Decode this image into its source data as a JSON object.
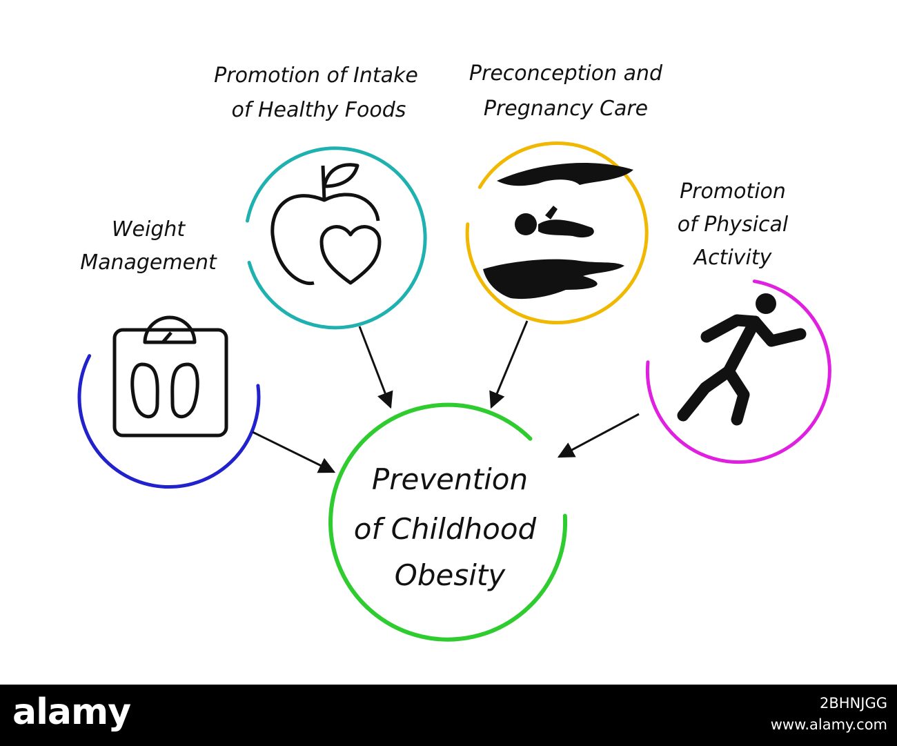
{
  "nodes": {
    "weight": {
      "line1": "Weight",
      "line2": "Management",
      "color": "#2222cc",
      "icon": "scale-icon"
    },
    "foods": {
      "line1": "Promotion of Intake",
      "line2": "of Healthy Foods",
      "color": "#1fb0b0",
      "icon": "apple-heart-icon"
    },
    "pregnancy": {
      "line1": "Preconception and",
      "line2": "Pregnancy Care",
      "color": "#f0b800",
      "icon": "hands-baby-icon"
    },
    "activity": {
      "line1": "Promotion",
      "line2": "of Physical",
      "line3": "Activity",
      "color": "#e020e0",
      "icon": "runner-icon"
    }
  },
  "center": {
    "line1": "Prevention",
    "line2": "of Childhood",
    "line3": "Obesity",
    "color": "#2ecc2e"
  },
  "watermark": {
    "brand": "alamy",
    "id": "2BHNJGG",
    "site": "www.alamy.com"
  }
}
